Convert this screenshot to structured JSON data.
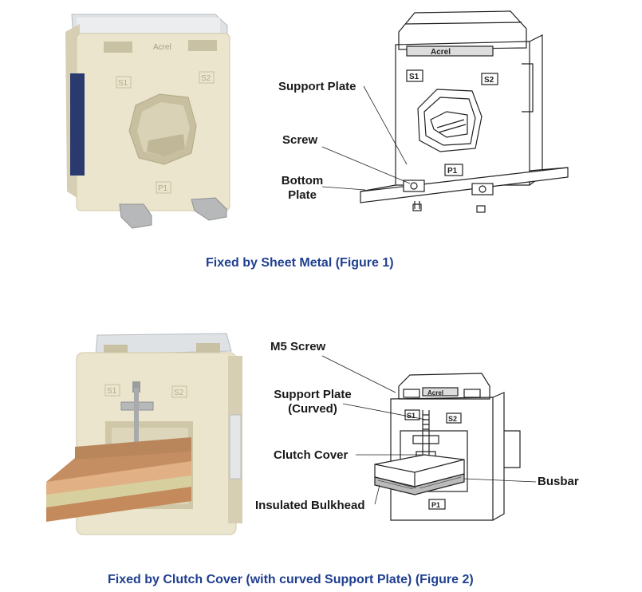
{
  "figure1": {
    "labels": {
      "support_plate": "Support Plate",
      "screw": "Screw",
      "bottom_plate_line1": "Bottom",
      "bottom_plate_line2": "Plate"
    },
    "caption": "Fixed by Sheet Metal (Figure 1)",
    "drawing_marks": {
      "s1": "S1",
      "s2": "S2",
      "p1": "P1",
      "brand": "Acrel"
    }
  },
  "figure2": {
    "labels": {
      "m5_screw": "M5 Screw",
      "support_plate_line1": "Support Plate",
      "support_plate_line2": "(Curved)",
      "clutch_cover": "Clutch Cover",
      "busbar": "Busbar",
      "insulated_bulkhead": "Insulated Bulkhead"
    },
    "caption": "Fixed by Clutch Cover (with curved Support Plate) (Figure 2)",
    "drawing_marks": {
      "s1": "S1",
      "s2": "S2",
      "p1": "P1",
      "brand": "Acrel"
    }
  },
  "colors": {
    "caption": "#1f3f8f",
    "housing": "#e9e3cc",
    "copper": "#c9966e",
    "line": "#222222"
  }
}
